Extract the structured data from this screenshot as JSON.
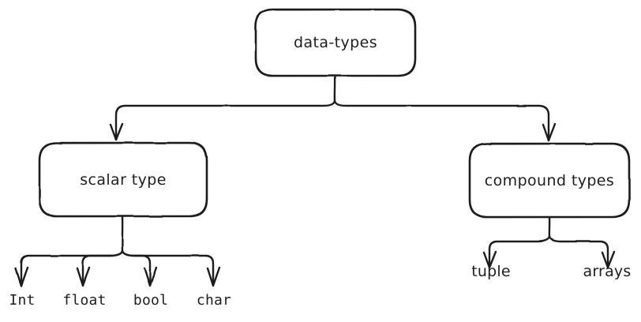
{
  "diagram": {
    "title": "data-types",
    "type": "tree",
    "background_color": "#ffffff",
    "stroke_color": "#1e1e1e",
    "style": "hand-drawn",
    "nodes": {
      "root": {
        "id": "data-types",
        "label": "data-types",
        "shape": "rounded-rectangle"
      },
      "scalar": {
        "id": "scalar-type",
        "label": "scalar type",
        "shape": "rounded-rectangle"
      },
      "compound": {
        "id": "compound-types",
        "label": "compound types",
        "shape": "rounded-rectangle"
      }
    },
    "scalar_children": [
      {
        "label": "Int"
      },
      {
        "label": "float"
      },
      {
        "label": "bool"
      },
      {
        "label": "char"
      }
    ],
    "compound_children": [
      {
        "label": "tuple"
      },
      {
        "label": "arrays"
      }
    ],
    "edges": [
      {
        "from": "data-types",
        "to": "scalar type",
        "arrow": "down"
      },
      {
        "from": "data-types",
        "to": "compound types",
        "arrow": "down"
      },
      {
        "from": "scalar type",
        "to": "Int",
        "arrow": "down"
      },
      {
        "from": "scalar type",
        "to": "float",
        "arrow": "down"
      },
      {
        "from": "scalar type",
        "to": "bool",
        "arrow": "down"
      },
      {
        "from": "scalar type",
        "to": "char",
        "arrow": "down"
      },
      {
        "from": "compound types",
        "to": "tuple",
        "arrow": "down"
      },
      {
        "from": "compound types",
        "to": "arrays",
        "arrow": "down"
      }
    ]
  }
}
